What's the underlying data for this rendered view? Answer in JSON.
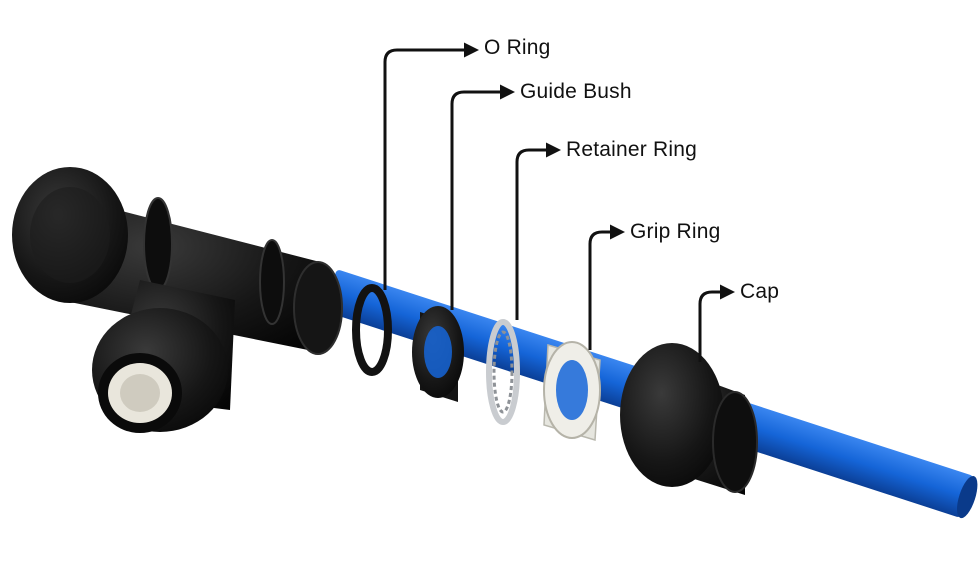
{
  "colors": {
    "pipe": "#1565d8",
    "pipe_dark": "#0b3f96",
    "fitting": "#141414",
    "grip_ring": "#e6e6df",
    "retainer": "#c9ccd0",
    "leader": "#111111"
  },
  "labels": {
    "o_ring": "O Ring",
    "guide_bush": "Guide Bush",
    "retainer_ring": "Retainer Ring",
    "grip_ring": "Grip Ring",
    "cap": "Cap"
  }
}
